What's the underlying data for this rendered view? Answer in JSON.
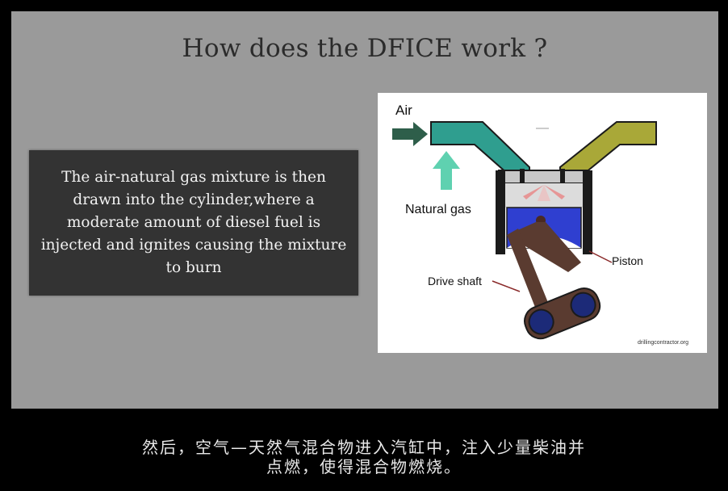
{
  "slide": {
    "title": "How does the DFICE work ?",
    "body_text": "The air-natural gas mixture is then drawn into the cylinder,where a moderate amount of diesel fuel is injected and ignites causing the mixture to burn"
  },
  "diagram": {
    "labels": {
      "air": "Air",
      "natural_gas": "Natural gas",
      "piston": "Piston",
      "drive_shaft": "Drive shaft",
      "credit": "drillingcontractor.org"
    },
    "colors": {
      "intake_manifold": "#2f9e8f",
      "exhaust_manifold": "#a9a838",
      "piston": "#2f3fd0",
      "cylinder_wall": "#1b1b1b",
      "connecting_rod": "#5a3b30",
      "crank": "#4a2a22",
      "air_arrow": "#2e5e4a",
      "gas_arrow": "#5fd1b0"
    }
  },
  "subtitles": {
    "line1": "然后，空气—天然气混合物进入汽缸中，注入少量柴油并",
    "line2": "点燃，使得混合物燃烧。"
  }
}
